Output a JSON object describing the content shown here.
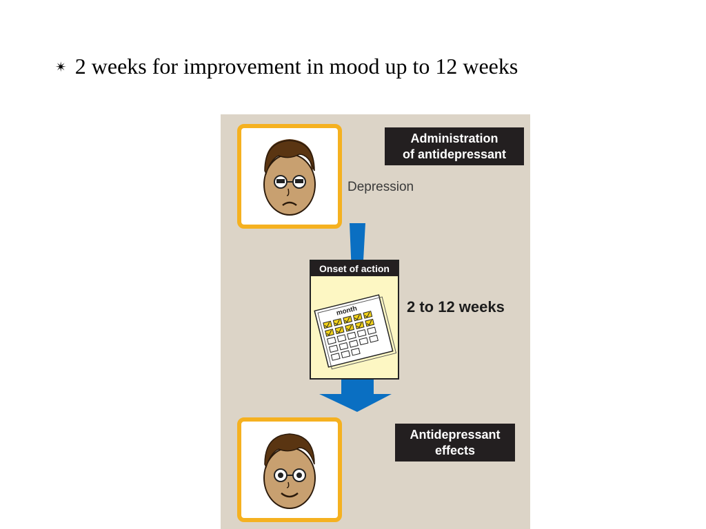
{
  "bullet": {
    "symbol": "✴",
    "text": "2 weeks for improvement in mood up to 12 weeks"
  },
  "diagram": {
    "administration_line1": "Administration",
    "administration_line2": "of antidepressant",
    "depression_label": "Depression",
    "onset_header": "Onset of action",
    "calendar_header": "month",
    "duration_label": "2 to 12 weeks",
    "effects_line1": "Antidepressant",
    "effects_line2": "effects"
  },
  "colors": {
    "panel_bg": "#dcd4c7",
    "frame_orange": "#f5b120",
    "arrow_blue": "#0a6fc2",
    "label_dark": "#231f20",
    "skin": "#c8a070",
    "hair": "#5a3512",
    "check_yellow": "#f2d21b"
  },
  "icons": [
    "sad-face-icon",
    "happy-face-icon",
    "calendar-icon",
    "down-arrow-icon"
  ]
}
